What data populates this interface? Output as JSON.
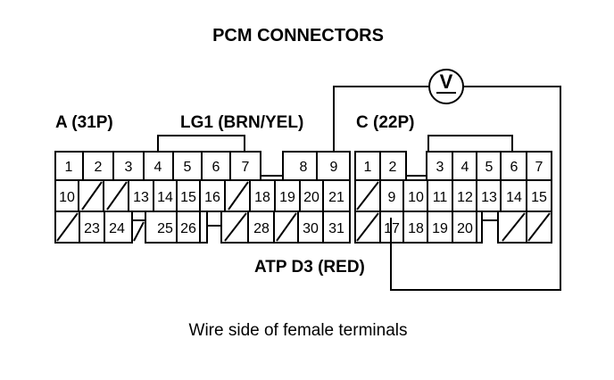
{
  "title": "PCM CONNECTORS",
  "connector_a_label": "A (31P)",
  "connector_c_label": "C (22P)",
  "wire_lg1_label": "LG1 (BRN/YEL)",
  "wire_atp_label": "ATP D3 (RED)",
  "meter_symbol": "V",
  "caption": "Wire side of female terminals",
  "connector_a": {
    "row1": [
      "1",
      "2",
      "3",
      "4",
      "5",
      "6",
      "7",
      "",
      "8",
      "9"
    ],
    "row2": [
      "10",
      "",
      "",
      "13",
      "14",
      "15",
      "16",
      "",
      "18",
      "19",
      "20",
      "21"
    ],
    "row3": [
      "",
      "23",
      "24",
      "",
      "25",
      "26",
      "",
      "",
      "28",
      "",
      "30",
      "31"
    ]
  },
  "connector_c": {
    "row1": [
      "1",
      "2",
      "",
      "3",
      "4",
      "5",
      "6",
      "7"
    ],
    "row2": [
      "",
      "9",
      "10",
      "11",
      "12",
      "13",
      "14",
      "15"
    ],
    "row3": [
      "",
      "17",
      "18",
      "19",
      "20",
      "",
      "",
      ""
    ]
  }
}
